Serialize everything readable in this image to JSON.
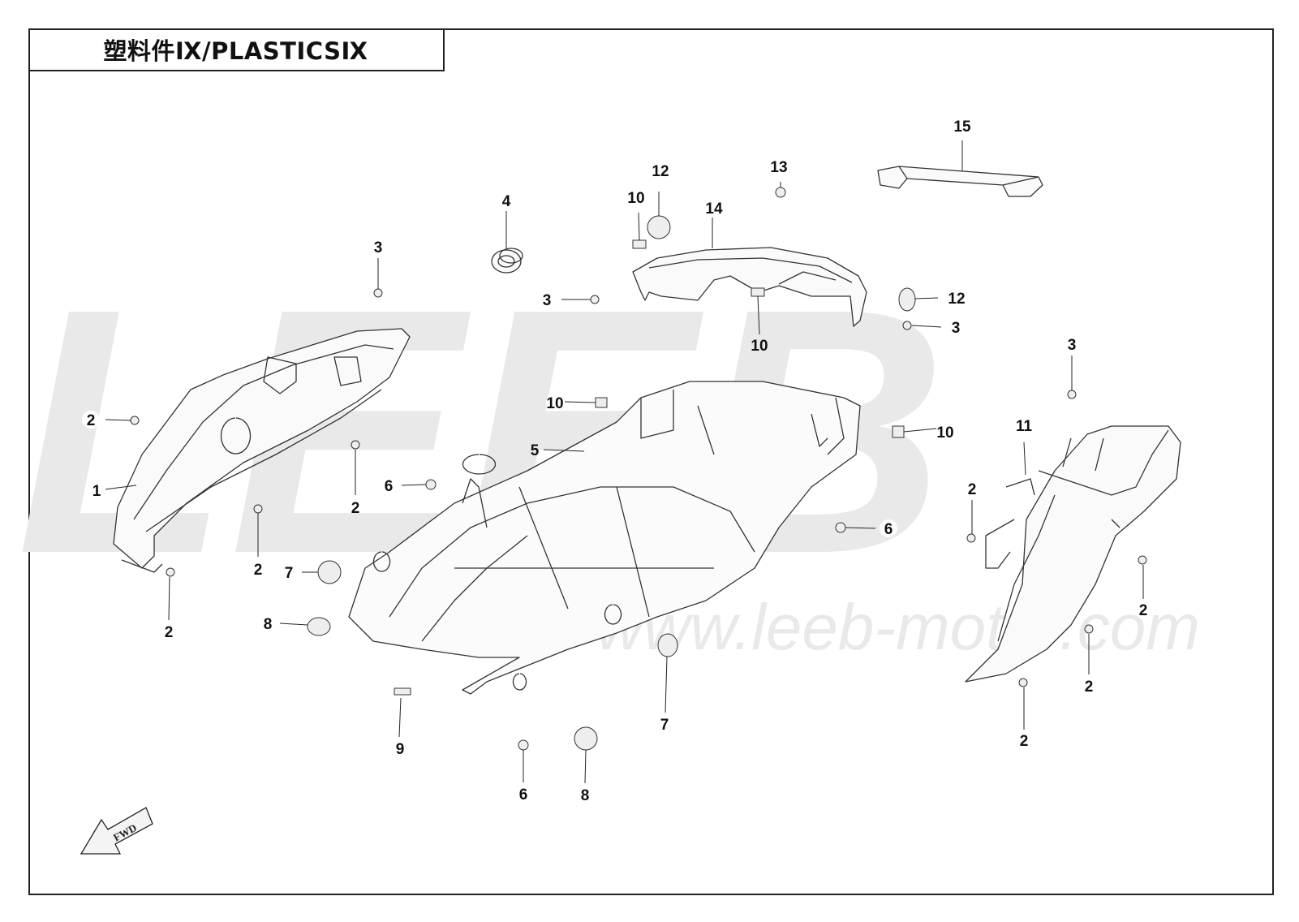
{
  "title": "塑料件Ⅸ/PLASTICSⅨ",
  "watermark": {
    "logo": "LEEB",
    "url": "www.leeb-motor.com"
  },
  "fwd_label": "FWD",
  "callouts": [
    {
      "id": "c1",
      "label": "1"
    },
    {
      "id": "c2a",
      "label": "2"
    },
    {
      "id": "c2b",
      "label": "2"
    },
    {
      "id": "c2c",
      "label": "2"
    },
    {
      "id": "c2d",
      "label": "2"
    },
    {
      "id": "c2e",
      "label": "2"
    },
    {
      "id": "c2f",
      "label": "2"
    },
    {
      "id": "c2g",
      "label": "2"
    },
    {
      "id": "c2h",
      "label": "2"
    },
    {
      "id": "c3a",
      "label": "3"
    },
    {
      "id": "c3b",
      "label": "3"
    },
    {
      "id": "c3c",
      "label": "3"
    },
    {
      "id": "c3d",
      "label": "3"
    },
    {
      "id": "c4",
      "label": "4"
    },
    {
      "id": "c5",
      "label": "5"
    },
    {
      "id": "c6a",
      "label": "6"
    },
    {
      "id": "c6b",
      "label": "6"
    },
    {
      "id": "c6c",
      "label": "6"
    },
    {
      "id": "c7a",
      "label": "7"
    },
    {
      "id": "c7b",
      "label": "7"
    },
    {
      "id": "c8a",
      "label": "8"
    },
    {
      "id": "c8b",
      "label": "8"
    },
    {
      "id": "c9",
      "label": "9"
    },
    {
      "id": "c10a",
      "label": "10"
    },
    {
      "id": "c10b",
      "label": "10"
    },
    {
      "id": "c10c",
      "label": "10"
    },
    {
      "id": "c10d",
      "label": "10"
    },
    {
      "id": "c11",
      "label": "11"
    },
    {
      "id": "c12a",
      "label": "12"
    },
    {
      "id": "c12b",
      "label": "12"
    },
    {
      "id": "c13",
      "label": "13"
    },
    {
      "id": "c14",
      "label": "14"
    },
    {
      "id": "c15",
      "label": "15"
    }
  ]
}
